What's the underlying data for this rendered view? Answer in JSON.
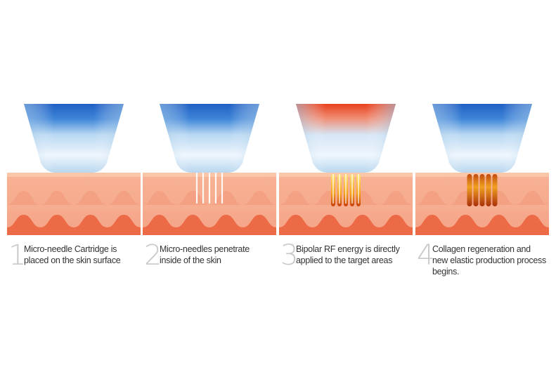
{
  "steps": [
    {
      "number": "1",
      "lines": [
        "Micro-needle Cartridge is",
        "placed on the skin surface"
      ],
      "head_color": "#1f5fc4",
      "needles": "none"
    },
    {
      "number": "2",
      "lines": [
        "Micro-needles penetrate",
        "inside of the skin"
      ],
      "head_color": "#1f5fc4",
      "needles": "penetrating"
    },
    {
      "number": "3",
      "lines": [
        "Bipolar RF energy is directly",
        "applied to the target areas"
      ],
      "head_color": "#e8401c",
      "needles": "rf-energy"
    },
    {
      "number": "4",
      "lines": [
        "Collagen regeneration and",
        "new elastic production process",
        "begins."
      ],
      "head_color": "#1f5fc4",
      "needles": "collagen"
    }
  ],
  "colors": {
    "skin_light": "#f7b79a",
    "skin_mid": "#f3a083",
    "skin_dark": "#ec6a45",
    "skin_top": "#f9c6a8",
    "number_gray": "#c9c9c9"
  }
}
